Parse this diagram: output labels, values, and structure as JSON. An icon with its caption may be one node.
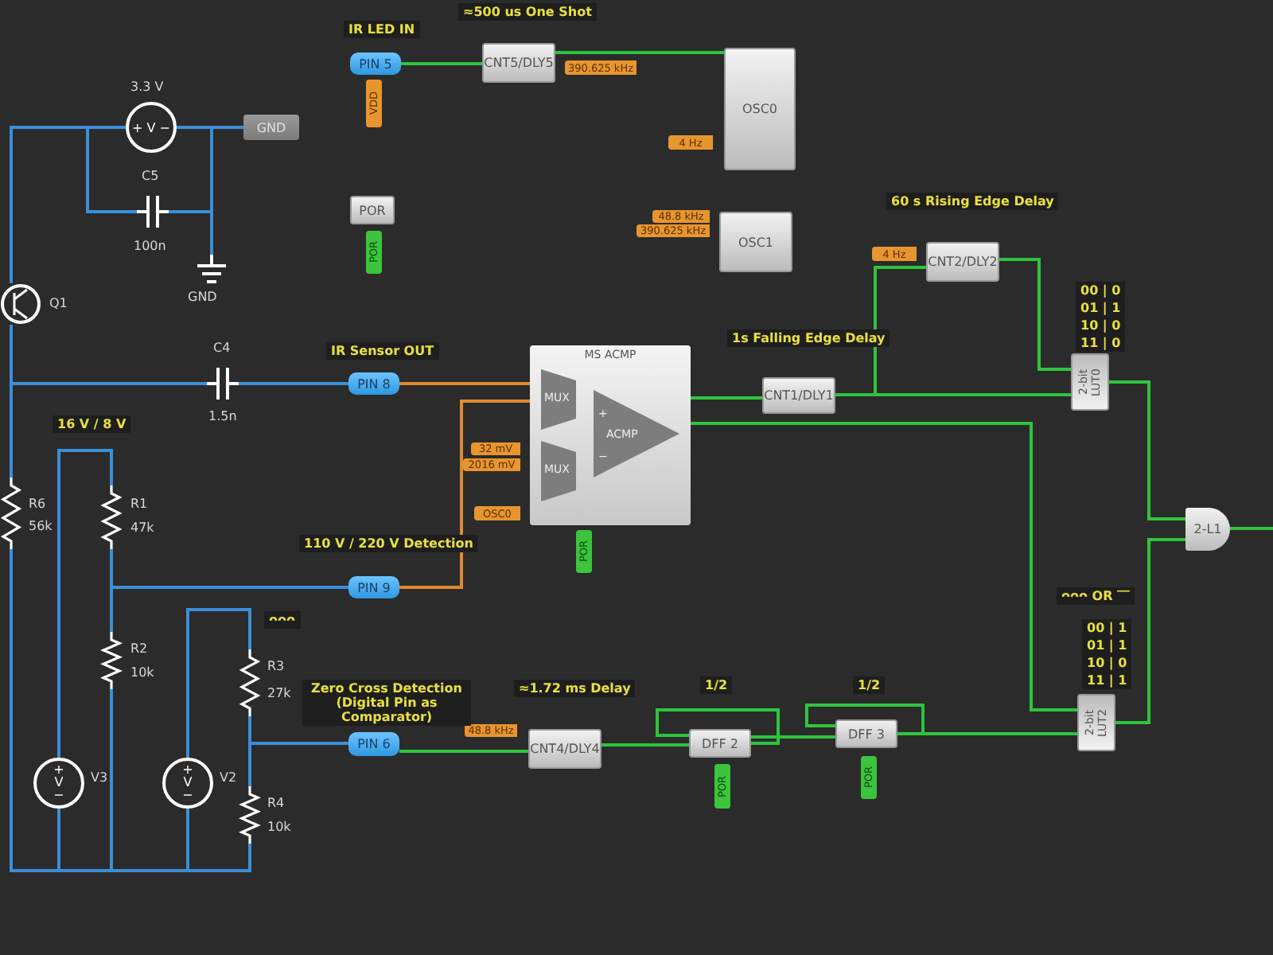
{
  "diagram": {
    "nodes": [
      {
        "text": [
          "PIN 5"
        ]
      },
      {
        "text": [
          "VDD"
        ]
      },
      {
        "text": [
          "CNT5/DLY5"
        ]
      },
      {
        "text": [
          "390.625 kHz"
        ]
      },
      {
        "text": [
          "OSC0"
        ]
      },
      {
        "text": [
          "4 Hz"
        ]
      },
      {
        "text": [
          "GND"
        ]
      },
      {
        "text": [
          "POR"
        ]
      },
      {
        "text": [
          "POR"
        ]
      },
      {
        "text": [
          "48.8 kHz"
        ]
      },
      {
        "text": [
          "390.625 kHz"
        ]
      },
      {
        "text": [
          "OSC1"
        ]
      },
      {
        "text": [
          "4 Hz"
        ]
      },
      {
        "text": [
          "CNT2/DLY2"
        ]
      },
      {
        "text": [
          "2-bit LUT0"
        ]
      },
      {
        "text": [
          "PIN 8"
        ]
      },
      {
        "text": [
          "MS ACMP"
        ]
      },
      {
        "text": [
          "MUX"
        ],
        "in": 16
      },
      {
        "text": [
          "MUX"
        ],
        "in": 16
      },
      {
        "text": [
          "+",
          "ACMP",
          "−"
        ],
        "in": 16
      },
      {
        "text": [
          "32 mV"
        ]
      },
      {
        "text": [
          "2016 mV"
        ]
      },
      {
        "text": [
          "OSC0"
        ]
      },
      {
        "text": [
          "POR"
        ]
      },
      {
        "text": [
          "CNT1/DLY1"
        ]
      },
      {
        "text": [
          "2-L1"
        ]
      },
      {
        "text": [
          "PIN 9"
        ]
      },
      {
        "text": [
          "2-bit LUT2"
        ]
      },
      {
        "text": [
          "PIN 6"
        ]
      },
      {
        "text": [
          "48.8 kHz"
        ]
      },
      {
        "text": [
          "CNT4/DLY4"
        ]
      },
      {
        "text": [
          "DFF 2"
        ]
      },
      {
        "text": [
          "POR"
        ]
      },
      {
        "text": [
          "DFF 3"
        ]
      },
      {
        "text": [
          "POR"
        ]
      },
      {
        "text": [
          "+ V −"
        ],
        "beside": [
          "3.3 V"
        ]
      },
      {
        "text": [],
        "shape": "picture",
        "beside": [
          "C5",
          "100n"
        ]
      },
      {
        "text": [],
        "shape": "picture",
        "beside": [
          "GND"
        ]
      },
      {
        "text": [],
        "shape": "picture",
        "beside": [
          "Q1"
        ]
      },
      {
        "text": [],
        "shape": "picture",
        "beside": [
          "C4",
          "1.5n"
        ]
      },
      {
        "text": [],
        "shape": "picture",
        "beside": [
          "R6",
          "56k"
        ]
      },
      {
        "text": [],
        "shape": "picture",
        "beside": [
          "R1",
          "47k"
        ]
      },
      {
        "text": [],
        "shape": "picture",
        "beside": [
          "R2",
          "10k"
        ]
      },
      {
        "text": [],
        "shape": "picture",
        "beside": [
          "R3",
          "27k"
        ]
      },
      {
        "text": [],
        "shape": "picture",
        "beside": [
          "R4",
          "10k"
        ]
      },
      {
        "text": [
          "+ V −"
        ],
        "beside": [
          "V3"
        ]
      },
      {
        "text": [
          "+ V −"
        ],
        "beside": [
          "V2"
        ]
      }
    ],
    "edges": [
      {
        "from": 38,
        "to": 35,
        "arrow": "none"
      },
      {
        "from": 38,
        "to": 36,
        "arrow": "none"
      },
      {
        "from": 35,
        "to": 6,
        "arrow": "none"
      },
      {
        "from": 35,
        "to": 37,
        "arrow": "none"
      },
      {
        "from": 36,
        "to": 37,
        "arrow": "none"
      },
      {
        "from": 38,
        "to": 39,
        "arrow": "none"
      },
      {
        "from": 39,
        "to": 15,
        "arrow": "none"
      },
      {
        "from": 38,
        "to": 40,
        "arrow": "none"
      },
      {
        "from": 45,
        "to": 41,
        "arrow": "none"
      },
      {
        "from": 41,
        "to": 42,
        "arrow": "none"
      },
      {
        "from": 41,
        "to": 26,
        "arrow": "none"
      },
      {
        "from": 46,
        "to": 43,
        "arrow": "none"
      },
      {
        "from": 43,
        "to": 44,
        "arrow": "none"
      },
      {
        "from": 43,
        "to": 28,
        "arrow": "none"
      },
      {
        "from": 40,
        "to": 45,
        "arrow": "none"
      },
      {
        "from": 45,
        "to": 42,
        "arrow": "none"
      },
      {
        "from": 42,
        "to": 46,
        "arrow": "none"
      },
      {
        "from": 46,
        "to": 44,
        "arrow": "none"
      },
      {
        "from": 15,
        "to": 17,
        "arrow": "none",
        "color": "#e08a2e"
      },
      {
        "from": 26,
        "to": 17,
        "arrow": "none",
        "color": "#e08a2e"
      },
      {
        "from": 0,
        "to": 2,
        "arrow": "none",
        "color": "#2ec43e"
      },
      {
        "from": 2,
        "to": 4,
        "arrow": "none",
        "color": "#2ec43e"
      },
      {
        "from": 19,
        "to": 24,
        "arrow": "none",
        "color": "#2ec43e"
      },
      {
        "from": 24,
        "to": 14,
        "arrow": "none",
        "color": "#2ec43e"
      },
      {
        "from": 24,
        "to": 13,
        "arrow": "none",
        "color": "#2ec43e"
      },
      {
        "from": 13,
        "to": 14,
        "arrow": "none",
        "color": "#2ec43e"
      },
      {
        "from": 19,
        "to": 27,
        "arrow": "none",
        "color": "#2ec43e"
      },
      {
        "from": 14,
        "to": 25,
        "arrow": "none",
        "color": "#2ec43e"
      },
      {
        "from": 27,
        "to": 25,
        "arrow": "none",
        "color": "#2ec43e"
      },
      {
        "from": 25,
        "to": null,
        "arrow": "none",
        "color": "#2ec43e"
      },
      {
        "from": 28,
        "to": 30,
        "arrow": "none",
        "color": "#2ec43e"
      },
      {
        "from": 30,
        "to": 31,
        "arrow": "none",
        "color": "#2ec43e"
      },
      {
        "from": 31,
        "to": 31,
        "arrow": "none",
        "color": "#2ec43e"
      },
      {
        "from": 31,
        "to": 33,
        "arrow": "none",
        "color": "#2ec43e"
      },
      {
        "from": 33,
        "to": 33,
        "arrow": "none",
        "color": "#2ec43e"
      },
      {
        "from": 33,
        "to": 27,
        "arrow": "none",
        "color": "#2ec43e"
      }
    ],
    "labels": [
      "IR LED IN",
      "≈500 us One Shot",
      "60 s Rising Edge Delay",
      "00 | 0",
      "01 | 1",
      "10 | 0",
      "11 | 0",
      "IR Sensor OUT",
      "1s Falling Edge Delay",
      "16 V / 8 V",
      "110 V / 220 V Detection",
      "ᴖᴖᴖ",
      "ᴖᴖᴖ OR ‾‾",
      "00 | 1",
      "01 | 1",
      "10 | 0",
      "11 | 1",
      "Zero Cross Detection (Digital Pin as Comparator)",
      "≈1.72 ms Delay",
      "1/2",
      "1/2"
    ]
  }
}
